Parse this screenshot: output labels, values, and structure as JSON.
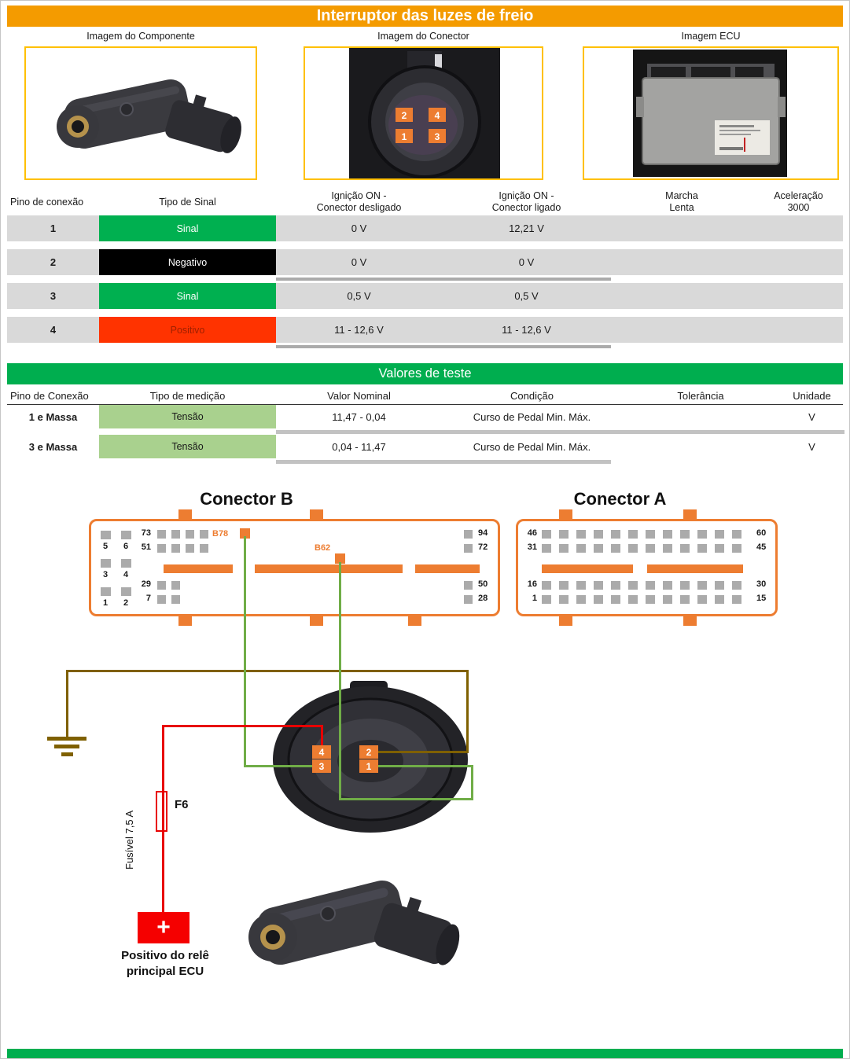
{
  "page": {
    "title": "Interruptor das luzes de freio"
  },
  "images": {
    "component_caption": "Imagem do Componente",
    "connector_caption": "Imagem do Conector",
    "ecu_caption": "Imagem ECU",
    "connector_pins": [
      "2",
      "4",
      "1",
      "3"
    ]
  },
  "signal_table": {
    "headers": {
      "pin": "Pino de conexão",
      "type": "Tipo de Sinal",
      "ign_off": "Ignição ON -\nConector desligado",
      "ign_on": "Ignição ON -\nConector ligado",
      "idle": "Marcha\nLenta",
      "accel": "Aceleração\n3000"
    },
    "rows": [
      {
        "pin": "1",
        "type": "Sinal",
        "v_off": "0 V",
        "v_on": "12,21 V",
        "idle": "",
        "accel": ""
      },
      {
        "pin": "2",
        "type": "Negativo",
        "v_off": "0 V",
        "v_on": "0 V",
        "idle": "",
        "accel": ""
      },
      {
        "pin": "3",
        "type": "Sinal",
        "v_off": "0,5 V",
        "v_on": "0,5 V",
        "idle": "",
        "accel": ""
      },
      {
        "pin": "4",
        "type": "Positivo",
        "v_off": "11 - 12,6 V",
        "v_on": "11 - 12,6 V",
        "idle": "",
        "accel": ""
      }
    ]
  },
  "test_table": {
    "title": "Valores de teste",
    "headers": {
      "pin": "Pino de Conexão",
      "type": "Tipo de medição",
      "nominal": "Valor Nominal",
      "condition": "Condição",
      "tolerance": "Tolerância",
      "unit": "Unidade"
    },
    "rows": [
      {
        "pin": "1 e Massa",
        "type": "Tensão",
        "nominal": "11,47 - 0,04",
        "condition": "Curso de Pedal Min. Máx.",
        "tolerance": "",
        "unit": "V"
      },
      {
        "pin": "3 e Massa",
        "type": "Tensão",
        "nominal": "0,04 - 11,47",
        "condition": "Curso de Pedal Min. Máx.",
        "tolerance": "",
        "unit": "V"
      }
    ]
  },
  "diagram": {
    "connector_b": {
      "title": "Conector B",
      "rows_left": [
        "73",
        "51",
        "29",
        "7"
      ],
      "rows_right": [
        "94",
        "72",
        "50",
        "28"
      ],
      "sub_pins": [
        "5",
        "6",
        "3",
        "4",
        "1",
        "2"
      ],
      "b78_label": "B78",
      "b62_label": "B62"
    },
    "connector_a": {
      "title": "Conector A",
      "rows_left": [
        "46",
        "31",
        "16",
        "1"
      ],
      "rows_right": [
        "60",
        "45",
        "30",
        "15"
      ]
    },
    "connector_photo_pins": [
      "4",
      "2",
      "3",
      "1"
    ],
    "fuse_label": "F6",
    "fuse_rating": "Fusível 7,5 A",
    "plus_sign": "+",
    "positive_label": "Positivo do relê\nprincipal ECU"
  },
  "colors": {
    "header_orange": "#F49B00",
    "border_yellow": "#FFC000",
    "green": "#00AE4F",
    "signal_green": "#00B050",
    "negative_black": "#000000",
    "positive_red": "#FF3300",
    "light_green": "#A9D18E",
    "diagram_orange": "#ED7D31",
    "wire_green": "#70AD47",
    "wire_red": "#E80000",
    "wire_olive": "#7F6000",
    "row_gray": "#D9D9D9"
  }
}
